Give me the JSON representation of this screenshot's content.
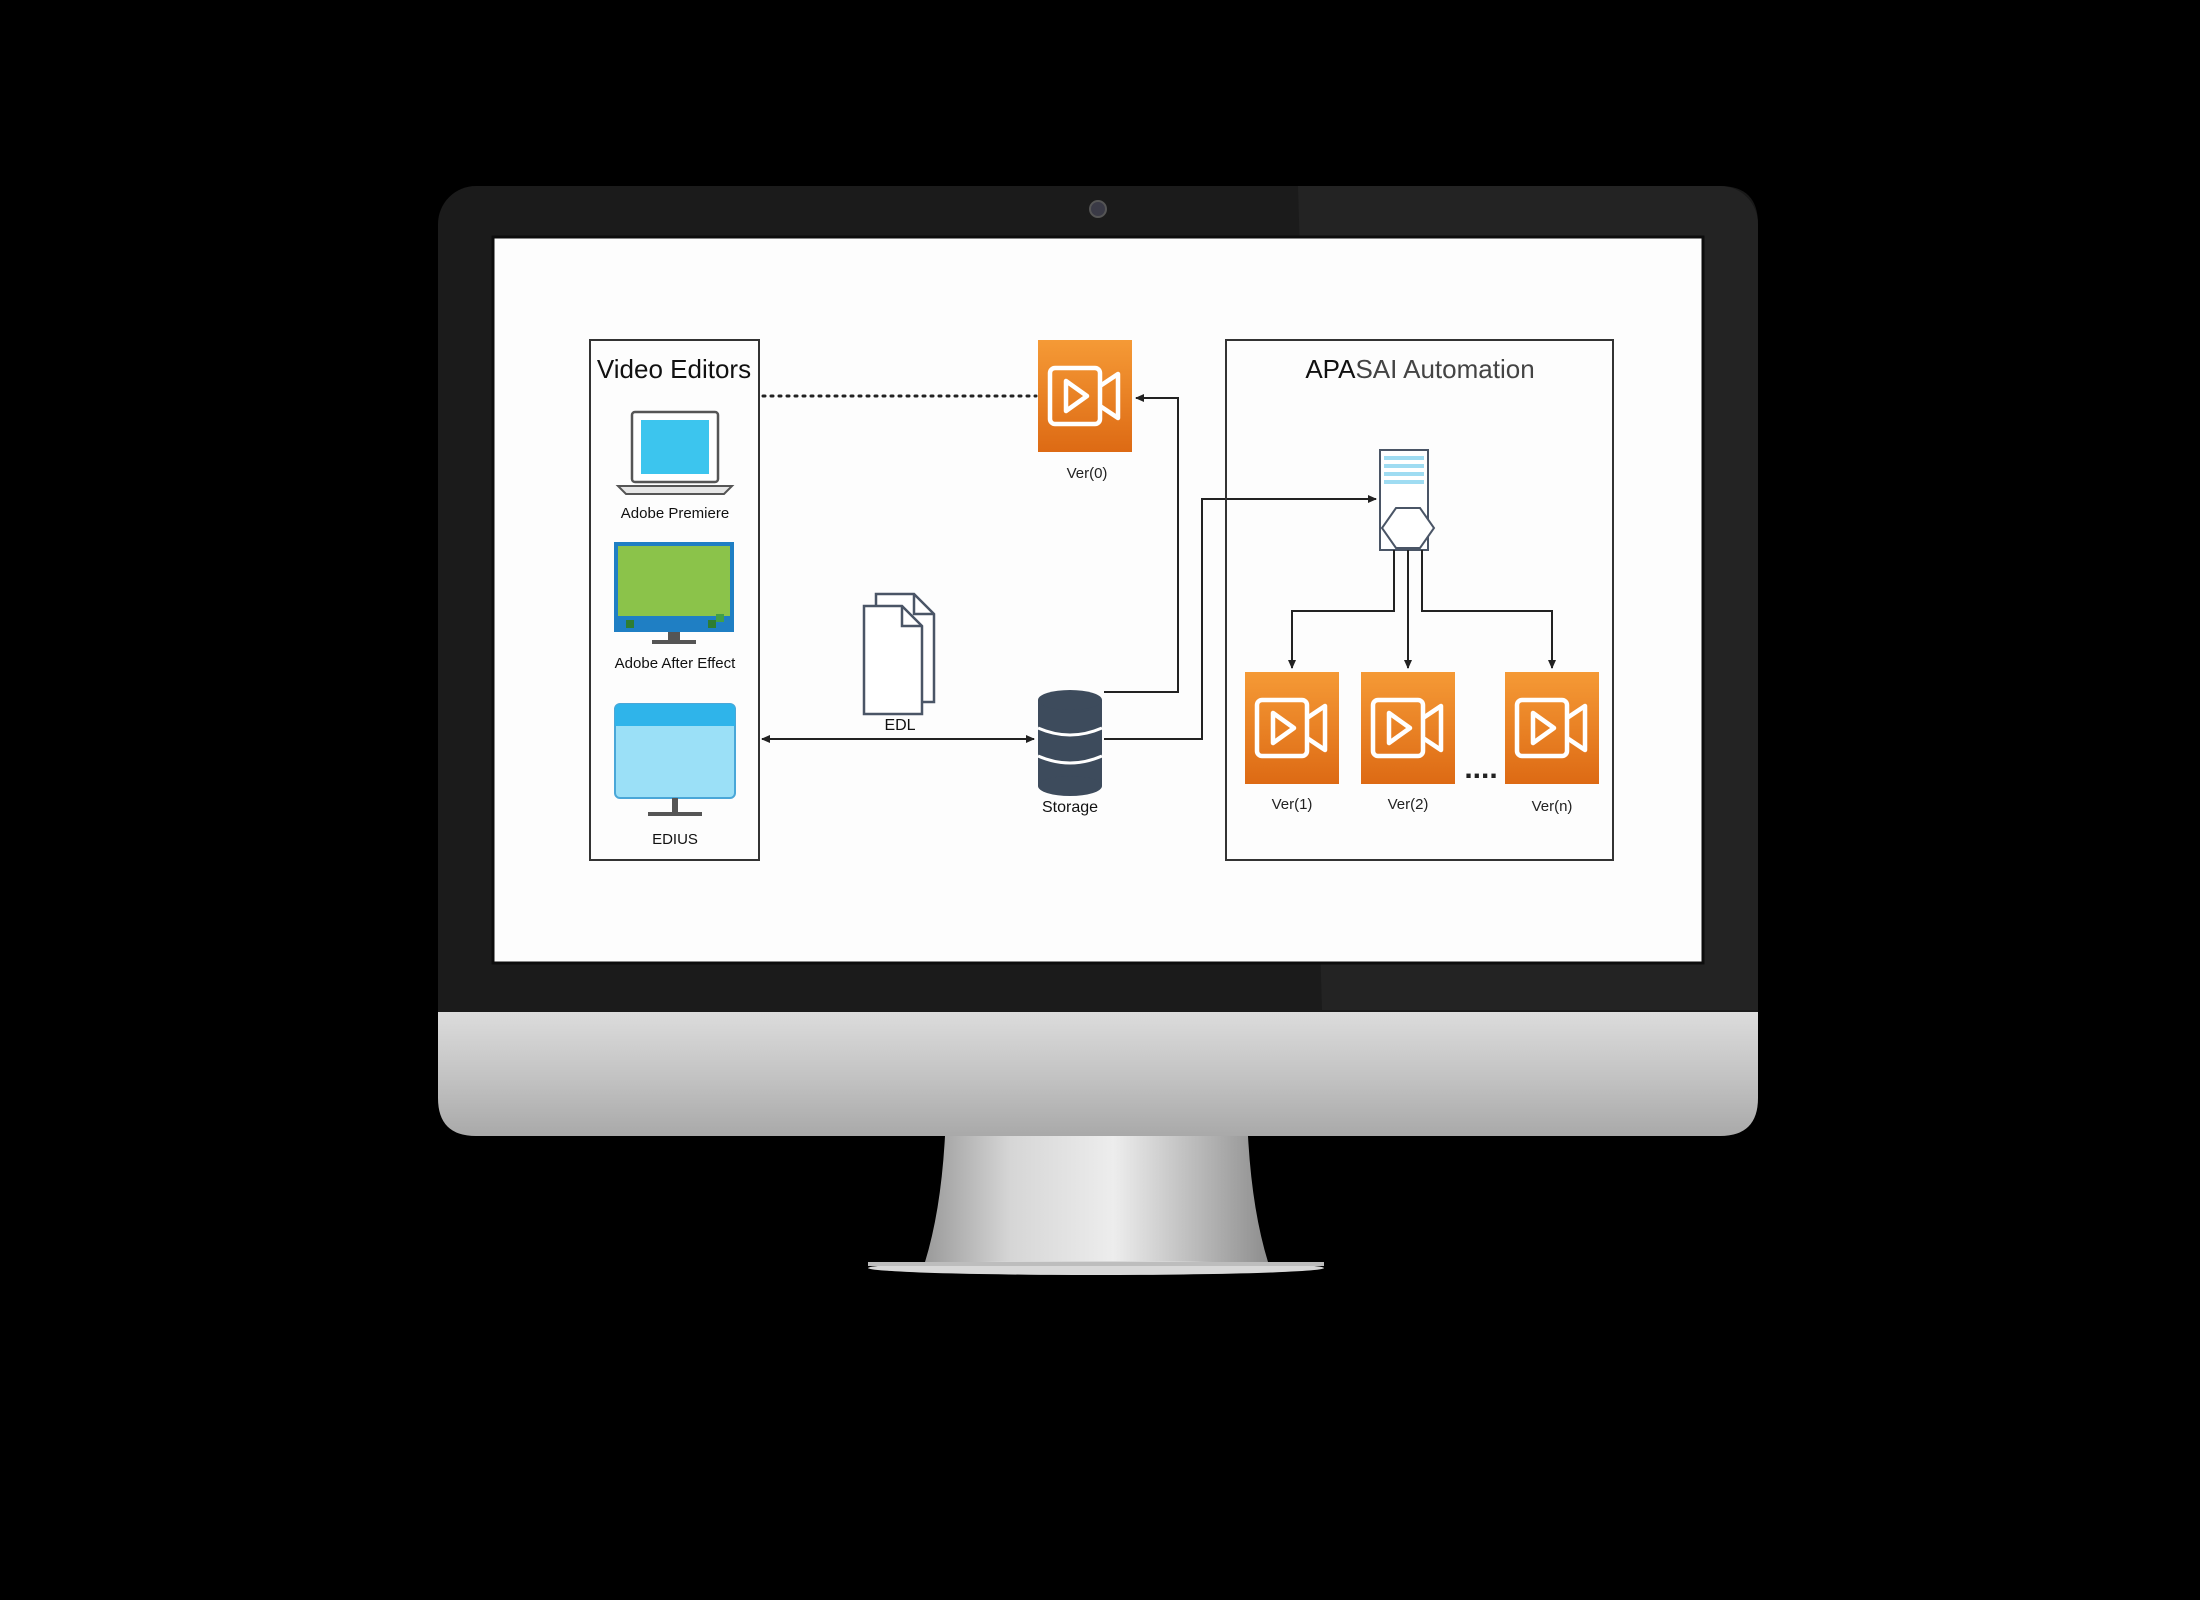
{
  "diagram": {
    "video_editors": {
      "title": "Video Editors",
      "items": [
        {
          "label": "Adobe Premiere",
          "icon": "laptop-icon"
        },
        {
          "label": "Adobe After Effect",
          "icon": "desktop-monitor-icon"
        },
        {
          "label": "EDIUS",
          "icon": "window-monitor-icon"
        }
      ]
    },
    "ver0": {
      "label": "Ver(0)",
      "icon": "video-camera-icon"
    },
    "edl": {
      "label": "EDL",
      "icon": "documents-icon"
    },
    "storage": {
      "label": "Storage",
      "icon": "database-icon"
    },
    "automation": {
      "title_part1": "APA",
      "title_part2": "SAI Automation",
      "server_icon": "server-icon",
      "versions": [
        {
          "label": "Ver(1)",
          "icon": "video-camera-icon"
        },
        {
          "label": "Ver(2)",
          "icon": "video-camera-icon"
        },
        {
          "label": "Ver(n)",
          "icon": "video-camera-icon"
        }
      ],
      "ellipsis": "...."
    }
  },
  "colors": {
    "accent_orange": "#ea7a1e",
    "screen_bg": "#fdfdfd",
    "bezel": "#1b1b1b",
    "chin": "#c7c7c7"
  }
}
